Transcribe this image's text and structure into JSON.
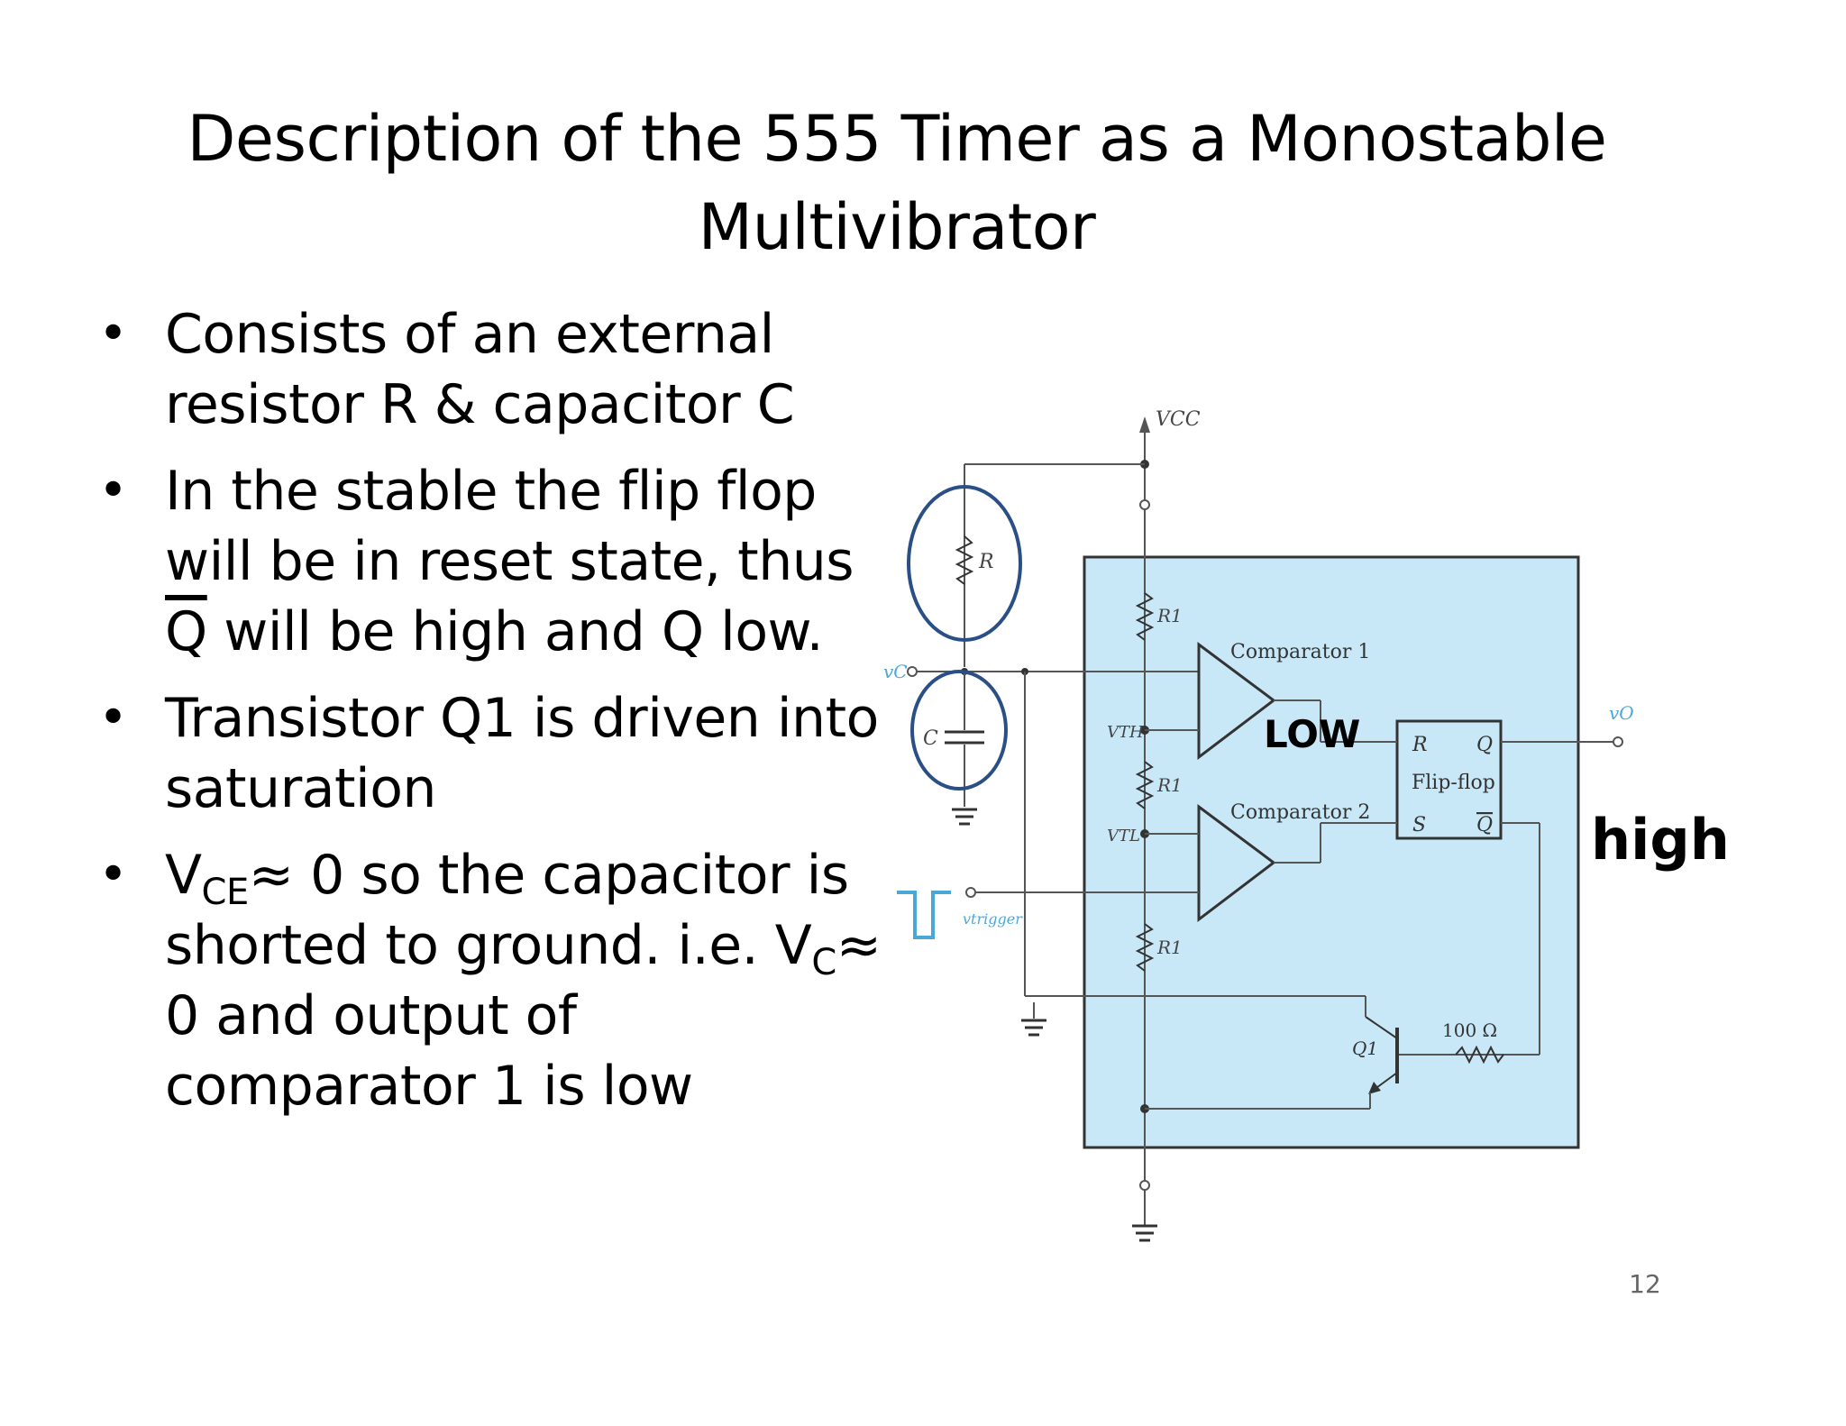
{
  "slide": {
    "title_line1": "Description of the 555 Timer as a Monostable",
    "title_line2": "Multivibrator",
    "page_number": "12"
  },
  "bullets": [
    {
      "lines": [
        "Consists of an external",
        "resistor R & capacitor C"
      ]
    },
    {
      "lines": [
        "In the stable the flip flop",
        "will be in reset state, thus"
      ],
      "line3_q": "Q",
      "line3_rest": " will be high and Q low."
    },
    {
      "lines": [
        "Transistor Q1 is driven into",
        "saturation"
      ]
    },
    {
      "v": "V",
      "ce": "CE",
      "l1_rest": "≈ 0 so the capacitor is",
      "l2_pre": "shorted to ground. i.e.  V",
      "l2_sub": "C",
      "l2_post": "≈",
      "l3": "0 and output of",
      "l4": "comparator 1 is low"
    }
  ],
  "bullet_glyph": "•",
  "annotations": {
    "low": "LOW",
    "high": "high"
  },
  "circuit": {
    "vcc": "VCC",
    "r": "R",
    "c": "C",
    "vc": "vC",
    "r1": "R1",
    "vth": "VTH",
    "vtl": "VTL",
    "comparator1": "Comparator 1",
    "comparator2": "Comparator 2",
    "ff_r": "R",
    "ff_q": "Q",
    "ff_label": "Flip-flop",
    "ff_s": "S",
    "ff_qbar": "Q",
    "vo": "vO",
    "vtrigger": "vtrigger",
    "q1": "Q1",
    "res100": "100 Ω",
    "colors": {
      "box_fill": "#c8e8f8",
      "wire": "#555555",
      "circle": "#2a4f86",
      "accent_blue": "#4aa8d8"
    }
  }
}
